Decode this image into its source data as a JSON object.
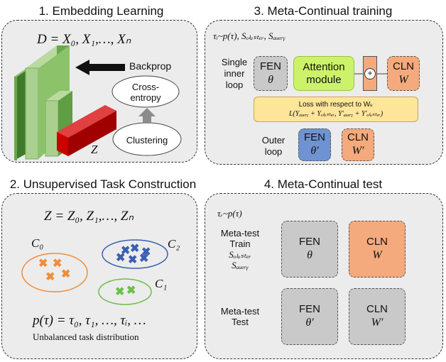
{
  "sections": {
    "s1": {
      "title": "1. Embedding Learning",
      "d_formula": "D = X₀, X₁,…, Xₙ",
      "backprop": "Backprop",
      "cross_entropy_l1": "Cross-",
      "cross_entropy_l2": "entropy",
      "clustering": "Clustering",
      "z_label": "Z"
    },
    "s2": {
      "title": "2. Unsupervised Task Construction",
      "z_formula": "Z = Z₀, Z₁,…, Zₙ",
      "c0": "C₀",
      "c1": "C₁",
      "c2": "C₂",
      "p_formula": "p(τ) = τ₀, τ₁, …, τᵢ, …",
      "note": "Unbalanced task distribution"
    },
    "s3": {
      "title": "3. Meta-Continual training",
      "sample": "τᵢ~p(τ), Sₒₗᵤₛₜₑᵣ, Sₐᵤₑᵣᵧ",
      "single_l1": "Single",
      "single_l2": "inner",
      "single_l3": "loop",
      "fen": "FEN",
      "theta": "θ",
      "attention_l1": "Attention",
      "attention_l2": "module",
      "plus": "+",
      "cln": "CLN",
      "w": "W",
      "loss_l1": "Loss with respect to Wₖ",
      "loss_l2": "L(Yₐᵤₑᵣᵧ + Yₒₗᵤₛₜₑᵣ, Y′ₐᵤₑᵣᵧ + Y′ₒₗᵤₛₜₑᵣ)",
      "outer_l1": "Outer",
      "outer_l2": "loop",
      "theta_p": "θ′",
      "w_p": "W′"
    },
    "s4": {
      "title": "4. Meta-Continual test",
      "sample": "τᵣ~p(τ)",
      "train_l1": "Meta-test",
      "train_l2": "Train",
      "train_l3": "Sₒₗᵤₛₜₑᵣ",
      "train_l4": "Sₐᵤₑᵣᵧ",
      "test_l1": "Meta-test",
      "test_l2": "Test",
      "fen": "FEN",
      "theta": "θ",
      "cln": "CLN",
      "w": "W",
      "theta_p": "θ′",
      "w_p": "W′"
    }
  },
  "colors": {
    "layer_green": "#6aa84f",
    "layer_light": "#a9d08e",
    "red_block": "#cc0000",
    "orange_cluster": "#f28c38",
    "blue_cluster": "#3a5fb0",
    "green_cluster": "#6abf4b"
  }
}
